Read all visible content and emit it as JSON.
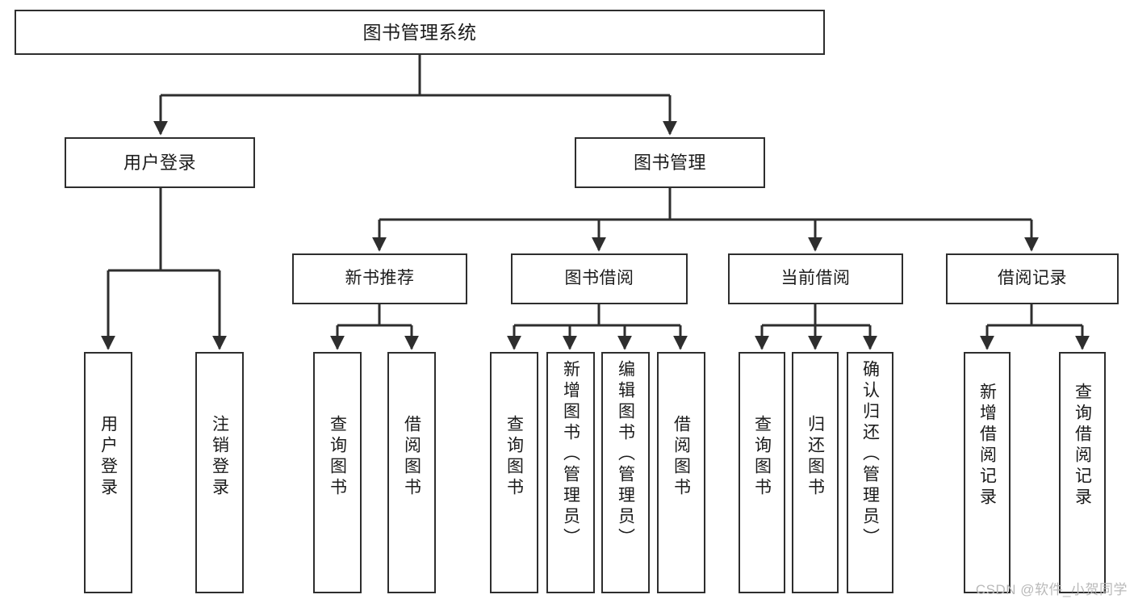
{
  "diagram": {
    "type": "tree",
    "title": "图书管理系统",
    "watermark": "CSDN @软件_小贺同学",
    "colors": {
      "stroke": "#2e2e2e",
      "text": "#1b1b1b",
      "background": "#ffffff",
      "watermark": "#b9b9b9"
    },
    "nodes": {
      "root": {
        "label": "图书管理系统"
      },
      "level2": [
        {
          "label": "用户登录"
        },
        {
          "label": "图书管理"
        }
      ],
      "level3": [
        {
          "label": "新书推荐"
        },
        {
          "label": "图书借阅"
        },
        {
          "label": "当前借阅"
        },
        {
          "label": "借阅记录"
        }
      ],
      "leaves": {
        "user_login": [
          {
            "label": "用户登录"
          },
          {
            "label": "注销登录"
          }
        ],
        "new_book": [
          {
            "label": "查询图书"
          },
          {
            "label": "借阅图书"
          }
        ],
        "book_borrow": [
          {
            "label": "查询图书"
          },
          {
            "label": "新增图书（管理员）"
          },
          {
            "label": "编辑图书（管理员）"
          },
          {
            "label": "借阅图书"
          }
        ],
        "current_borrow": [
          {
            "label": "查询图书"
          },
          {
            "label": "归还图书"
          },
          {
            "label": "确认归还（管理员）"
          }
        ],
        "borrow_record": [
          {
            "label": "新增借阅记录"
          },
          {
            "label": "查询借阅记录"
          }
        ]
      }
    }
  }
}
